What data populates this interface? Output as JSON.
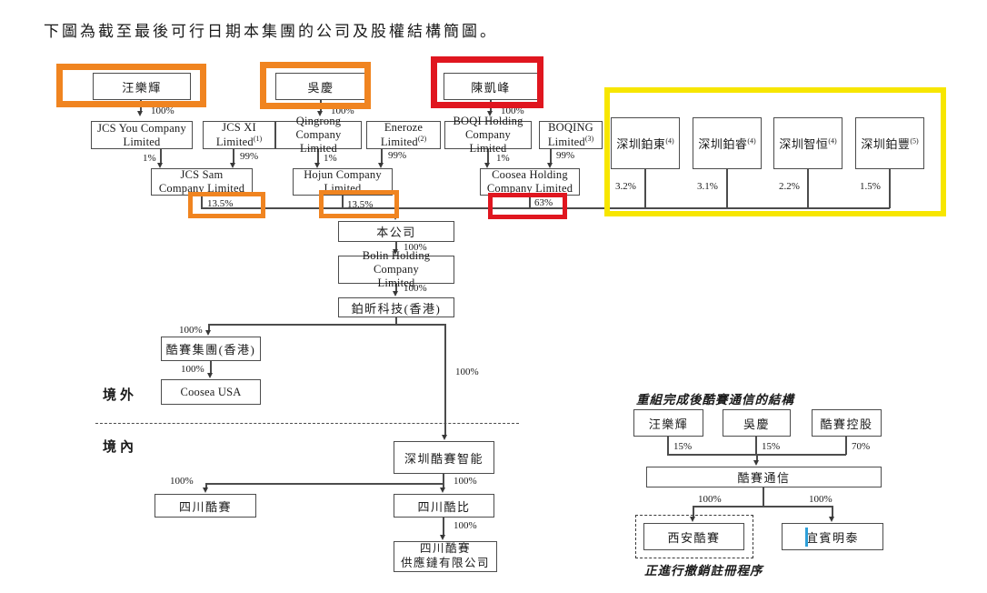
{
  "title": "下圖為截至最後可行日期本集團的公司及股權結構簡圖。",
  "regions": {
    "offshore": "境外",
    "onshore": "境內"
  },
  "pct": {
    "p100": "100%",
    "p1": "1%",
    "p99": "99%",
    "p13_5": "13.5%",
    "p63": "63%",
    "p3_2": "3.2%",
    "p3_1": "3.1%",
    "p2_2": "2.2%",
    "p1_5": "1.5%",
    "p15": "15%",
    "p70": "70%"
  },
  "nodes": {
    "wang": {
      "label": "汪樂輝"
    },
    "wu": {
      "label": "吳慶"
    },
    "chen": {
      "label": "陳凱峰"
    },
    "jcs_you": {
      "line1": "JCS You Company",
      "line2": "Limited"
    },
    "jcs_xi": {
      "line1": "JCS XI",
      "line2": "Limited",
      "note": "(1)"
    },
    "qingrong": {
      "line1": "Qingrong",
      "line2": "Company Limited"
    },
    "eneroze": {
      "line1": "Eneroze",
      "line2": "Limited",
      "note": "(2)"
    },
    "boqi": {
      "line1": "BOQI Holding",
      "line2": "Company Limited"
    },
    "boqing": {
      "line1": "BOQING",
      "line2": "Limited",
      "note": "(3)"
    },
    "jcs_sam": {
      "line1": "JCS Sam",
      "line2": "Company Limited"
    },
    "hojun": {
      "line1": "Hojun Company",
      "line2": "Limited"
    },
    "coosea_holding": {
      "line1": "Coosea Holding",
      "line2": "Company Limited"
    },
    "sz_bodong": {
      "label": "深圳鉑東",
      "note": "(4)"
    },
    "sz_borui": {
      "label": "深圳鉑睿",
      "note": "(4)"
    },
    "sz_zhiheng": {
      "label": "深圳智恒",
      "note": "(4)"
    },
    "sz_bofeng": {
      "label": "深圳鉑豐",
      "note": "(5)"
    },
    "company": {
      "label": "本公司"
    },
    "bolin": {
      "line1": "Bolin Holding Company",
      "line2": "Limited"
    },
    "boxin_hk": {
      "label": "鉑昕科技(香港)"
    },
    "coosea_group_hk": {
      "label": "酷賽集團(香港)"
    },
    "coosea_usa": {
      "label": "Coosea USA"
    },
    "sz_coosea_smart": {
      "label": "深圳酷賽智能"
    },
    "sc_coosea": {
      "label": "四川酷賽"
    },
    "sc_kubi": {
      "label": "四川酷比"
    },
    "sc_supply": {
      "line1": "四川酷賽",
      "line2": "供應鏈有限公司"
    }
  },
  "restructure": {
    "title": "重組完成後酷賽通信的結構",
    "note": "正進行撤銷註冊程序",
    "nodes": {
      "wang": "汪樂輝",
      "wu": "吳慶",
      "coosea_holdings": "酷賽控股",
      "coosea_comm": "酷賽通信",
      "xian_coosea": "西安酷賽",
      "yibin_mingtai": "宜賓明泰"
    }
  },
  "colors": {
    "highlight_orange": "#F08420",
    "highlight_red": "#E0161F",
    "highlight_yellow": "#F7E600",
    "line": "#4C4C4C",
    "cursor_blue": "#2D9FD8"
  }
}
